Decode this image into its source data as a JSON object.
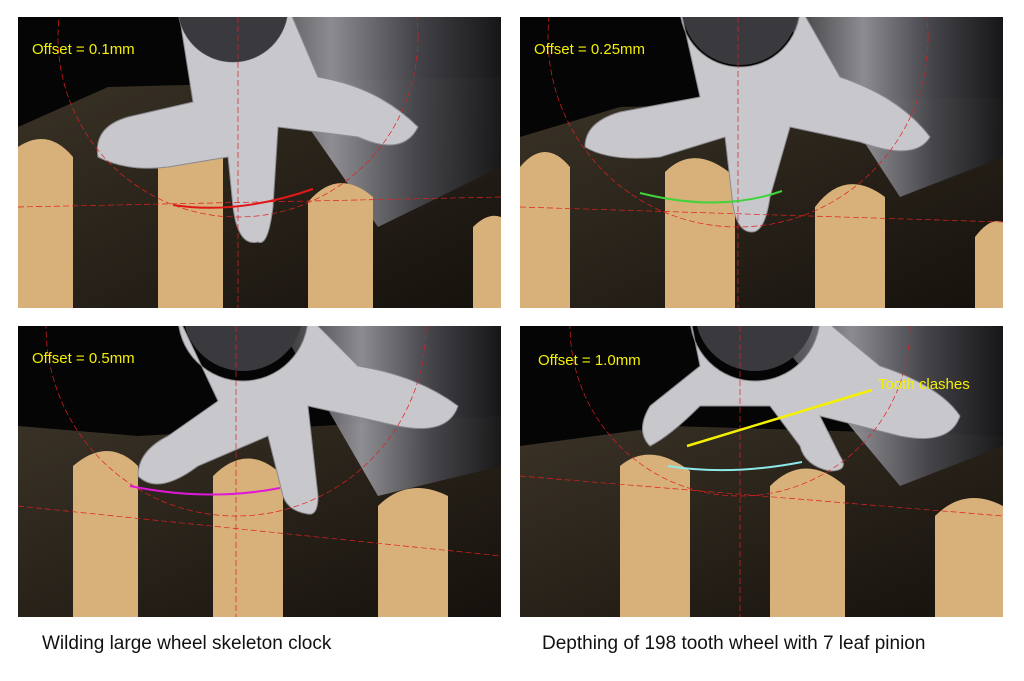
{
  "panels": [
    {
      "offset_label": "Offset = 0.1mm",
      "arc_color": "#e01818"
    },
    {
      "offset_label": "Offset = 0.25mm",
      "arc_color": "#3ed43a"
    },
    {
      "offset_label": "Offset = 0.5mm",
      "arc_color": "#e018d8"
    },
    {
      "offset_label": "Offset = 1.0mm",
      "arc_color": "#8ee8e8",
      "annotation": "Tooth clashes",
      "annotation_color": "#f4f000"
    }
  ],
  "captions": {
    "left": "Wilding large wheel skeleton clock",
    "right": "Depthing of 198 tooth wheel with 7 leaf pinion"
  },
  "colors": {
    "wheel_tooth": "#d7b07a",
    "pinion_leaf": "#c8c8cc",
    "label_text": "#f4f000",
    "construction_line": "#e02020"
  }
}
